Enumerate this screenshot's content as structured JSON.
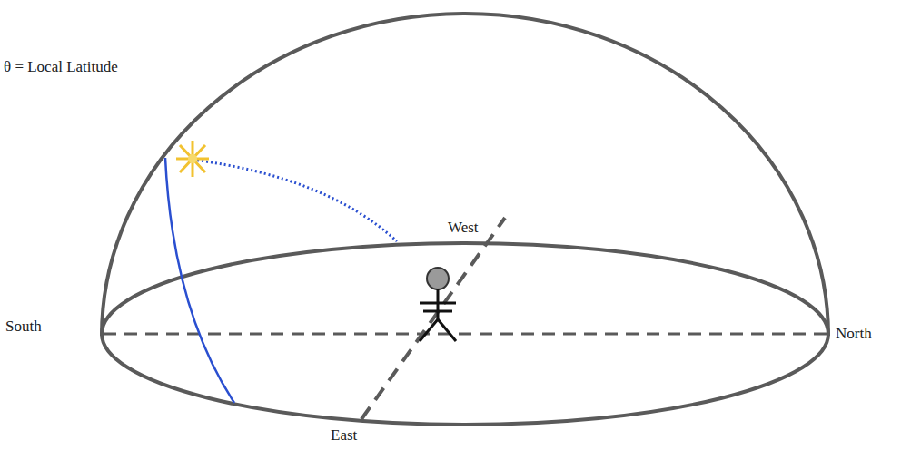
{
  "diagram": {
    "labels": [
      "θ = Local Latitude",
      "West",
      "South",
      "North",
      "East"
    ]
  }
}
